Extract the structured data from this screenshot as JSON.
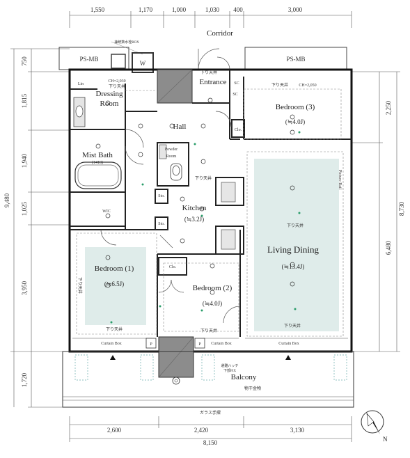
{
  "dimensions": {
    "top": [
      "1,550",
      "1,170",
      "1,000",
      "1,030",
      "400",
      "3,000"
    ],
    "bottom": [
      "2,600",
      "2,420",
      "3,130"
    ],
    "bottom_total": "8,150",
    "left": [
      "750",
      "1,815",
      "1,940",
      "1,025",
      "3,950",
      "1,720"
    ],
    "left_total": "9,480",
    "right": [
      "2,250",
      "6,480"
    ],
    "right_total": "8,730"
  },
  "labels": {
    "corridor": "Corridor",
    "ps_mb_left": "PS-MB",
    "ps_mb_right": "PS-MB",
    "water_box": "兼統数水栓BOX",
    "w": "W",
    "entrance": "Entrance",
    "sc1": "SC",
    "sc2": "SC",
    "lin": "Lin",
    "dressing_room": "Dressing\nRoom",
    "dressing_room_line1": "Dressing",
    "dressing_room_line2": "Room",
    "ch_2030": "CH=2,030",
    "ch_2050": "CH=2,050",
    "sagari_tenjo": "下り天井",
    "bedroom3": "Bedroom (3)",
    "bedroom3_area": "(≒4.0J)",
    "hall": "Hall",
    "clo3": "Clo.",
    "mist_bath": "Mist Bath",
    "bath_size": "(1418)",
    "powder_room_line1": "Powder",
    "powder_room_line2": "Room",
    "kitchen": "Kitchen",
    "kitchen_area": "(≒3.2J)",
    "sto1": "Sto.",
    "sto2": "Sto.",
    "wic": "WIC",
    "picture_rail": "Picture Rail",
    "living_dining": "Living Dining",
    "ld_area": "(≒13.4J)",
    "bedroom1": "Bedroom (1)",
    "bedroom1_area": "(≒6.5J)",
    "bedroom2": "Bedroom (2)",
    "bedroom2_area": "(≒4.0J)",
    "clo2": "Clo.",
    "curtain_box_left": "Curtain Box",
    "curtain_box_mid": "Curtain Box",
    "curtain_box_right": "Curtain Box",
    "p1": "P",
    "p2": "P",
    "balcony": "Balcony",
    "balcony_note": "物干金物",
    "glass_rail": "ガラス手摺",
    "evac_hatch_line1": "避難ハッチ",
    "evac_hatch_line2": "下部FIX",
    "north": "N"
  }
}
